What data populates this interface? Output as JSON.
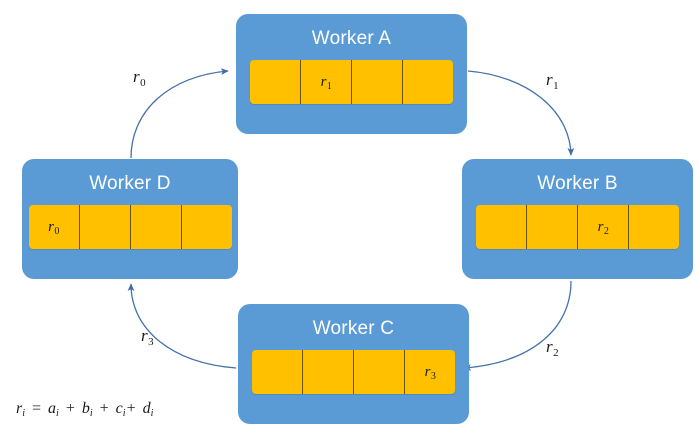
{
  "diagram": {
    "title": "Ring all-reduce worker diagram",
    "background_color": "#FFFFFF",
    "node_color": "#5B9BD5",
    "cell_color": "#FFC000",
    "arrow_color": "#4472A8",
    "title_text_color": "#FFFFFF"
  },
  "nodes": [
    {
      "id": "worker-a",
      "label": "Worker A",
      "cells": [
        "",
        "r1",
        "",
        ""
      ],
      "cell_labels": [
        {
          "base": "",
          "sub": ""
        },
        {
          "base": "r",
          "sub": "1"
        },
        {
          "base": "",
          "sub": ""
        },
        {
          "base": "",
          "sub": ""
        }
      ]
    },
    {
      "id": "worker-b",
      "label": "Worker B",
      "cells": [
        "",
        "",
        "r2",
        ""
      ],
      "cell_labels": [
        {
          "base": "",
          "sub": ""
        },
        {
          "base": "",
          "sub": ""
        },
        {
          "base": "r",
          "sub": "2"
        },
        {
          "base": "",
          "sub": ""
        }
      ]
    },
    {
      "id": "worker-c",
      "label": "Worker C",
      "cells": [
        "",
        "",
        "",
        "r3"
      ],
      "cell_labels": [
        {
          "base": "",
          "sub": ""
        },
        {
          "base": "",
          "sub": ""
        },
        {
          "base": "",
          "sub": ""
        },
        {
          "base": "r",
          "sub": "3"
        }
      ]
    },
    {
      "id": "worker-d",
      "label": "Worker D",
      "cells": [
        "r0",
        "",
        "",
        ""
      ],
      "cell_labels": [
        {
          "base": "r",
          "sub": "0"
        },
        {
          "base": "",
          "sub": ""
        },
        {
          "base": "",
          "sub": ""
        },
        {
          "base": "",
          "sub": ""
        }
      ]
    }
  ],
  "arrows": [
    {
      "id": "arrow-d-to-a",
      "from": "worker-d",
      "to": "worker-a",
      "label_base": "r",
      "label_sub": "0"
    },
    {
      "id": "arrow-a-to-b",
      "from": "worker-a",
      "to": "worker-b",
      "label_base": "r",
      "label_sub": "1"
    },
    {
      "id": "arrow-b-to-c",
      "from": "worker-b",
      "to": "worker-c",
      "label_base": "r",
      "label_sub": "2"
    },
    {
      "id": "arrow-c-to-d",
      "from": "worker-c",
      "to": "worker-d",
      "label_base": "r",
      "label_sub": "3"
    }
  ],
  "formula": {
    "text": "r_i = a_i + b_i + c_i + d_i",
    "lhs_base": "r",
    "lhs_sub": "i",
    "equals": "=",
    "terms": [
      {
        "base": "a",
        "sub": "i"
      },
      {
        "base": "b",
        "sub": "i"
      },
      {
        "base": "c",
        "sub": "i"
      },
      {
        "base": "d",
        "sub": "i"
      }
    ],
    "plus": "+"
  }
}
